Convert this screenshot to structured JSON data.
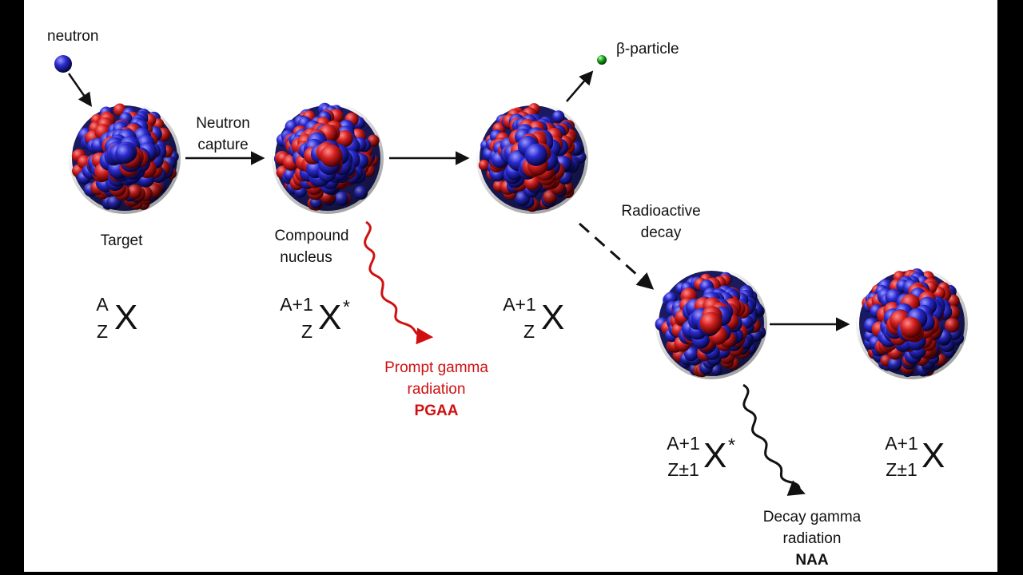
{
  "labels": {
    "neutron": "neutron",
    "beta_particle": "β-particle",
    "neutron_capture_line1": "Neutron",
    "neutron_capture_line2": "capture",
    "target": "Target",
    "compound_line1": "Compound",
    "compound_line2": "nucleus",
    "radioactive_line1": "Radioactive",
    "radioactive_line2": "decay",
    "prompt_line1": "Prompt gamma",
    "prompt_line2": "radiation",
    "prompt_abbr": "PGAA",
    "decay_line1": "Decay gamma",
    "decay_line2": "radiation",
    "decay_abbr": "NAA"
  },
  "notations": [
    {
      "sup": "A",
      "sub": "Z",
      "symbol": "X",
      "star": ""
    },
    {
      "sup": "A+1",
      "sub": "Z",
      "symbol": "X",
      "star": "*"
    },
    {
      "sup": "A+1",
      "sub": "Z",
      "symbol": "X",
      "star": ""
    },
    {
      "sup": "A+1",
      "sub": "Z±1",
      "symbol": "X",
      "star": "*"
    },
    {
      "sup": "A+1",
      "sub": "Z±1",
      "symbol": "X",
      "star": ""
    }
  ],
  "colors": {
    "proton": "#c41a1a",
    "neutron": "#2a2ab8",
    "prompt_gamma": "#d01010",
    "beta": "#1aa01a",
    "text": "#111111"
  }
}
